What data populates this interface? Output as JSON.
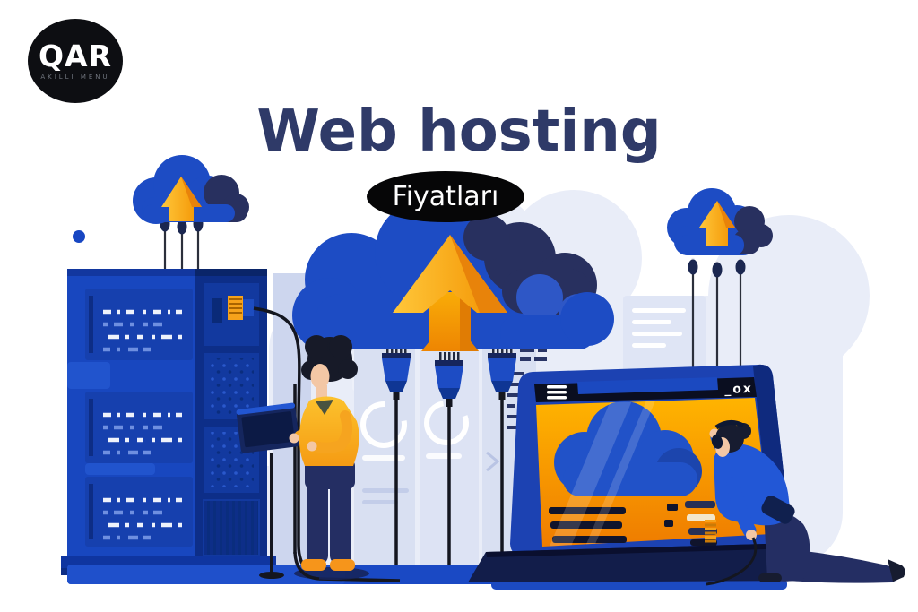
{
  "logo": {
    "text": "QAR",
    "subtext": "AKILLI MENU",
    "bg": "#0d0e12",
    "fg": "#ffffff"
  },
  "title": {
    "text": "Web hosting",
    "color": "#2f3a68"
  },
  "badge": {
    "text": "Fiyatları",
    "bg": "#060607",
    "fg": "#ffffff"
  },
  "laptop_screen": {
    "window_controls": "_ox",
    "menu_icon": "hamburger-icon",
    "content_icon": "cloud-icon"
  },
  "icons": {
    "left_cloud": "cloud-upload-icon",
    "center_cloud": "cloud-upload-icon",
    "right_cloud": "cloud-upload-icon",
    "upload_arrow": "arrow-up-icon",
    "server": "server-rack-icon",
    "plug": "cable-plug-icon"
  },
  "colors": {
    "primary_blue": "#1d4cc4",
    "server_blue": "#1847bf",
    "dark_navy": "#28305f",
    "deep_blue": "#0d2e88",
    "accent_orange": "#f6a21b",
    "arrow_orange_dark": "#e8830a",
    "title_navy": "#2f3a68",
    "bg_lavender": "#e9edf8",
    "panel_lavender": "#d9e0f2",
    "skin": "#f3c7a5",
    "shirt_yellow": "#fbbf24",
    "pants_navy": "#242e63",
    "cable_black": "#14161f",
    "screen_orange_top": "#ffb400",
    "screen_orange_bottom": "#ef7c00",
    "floor_blue": "#1a49c4",
    "jacket_blue": "#2257d6"
  }
}
